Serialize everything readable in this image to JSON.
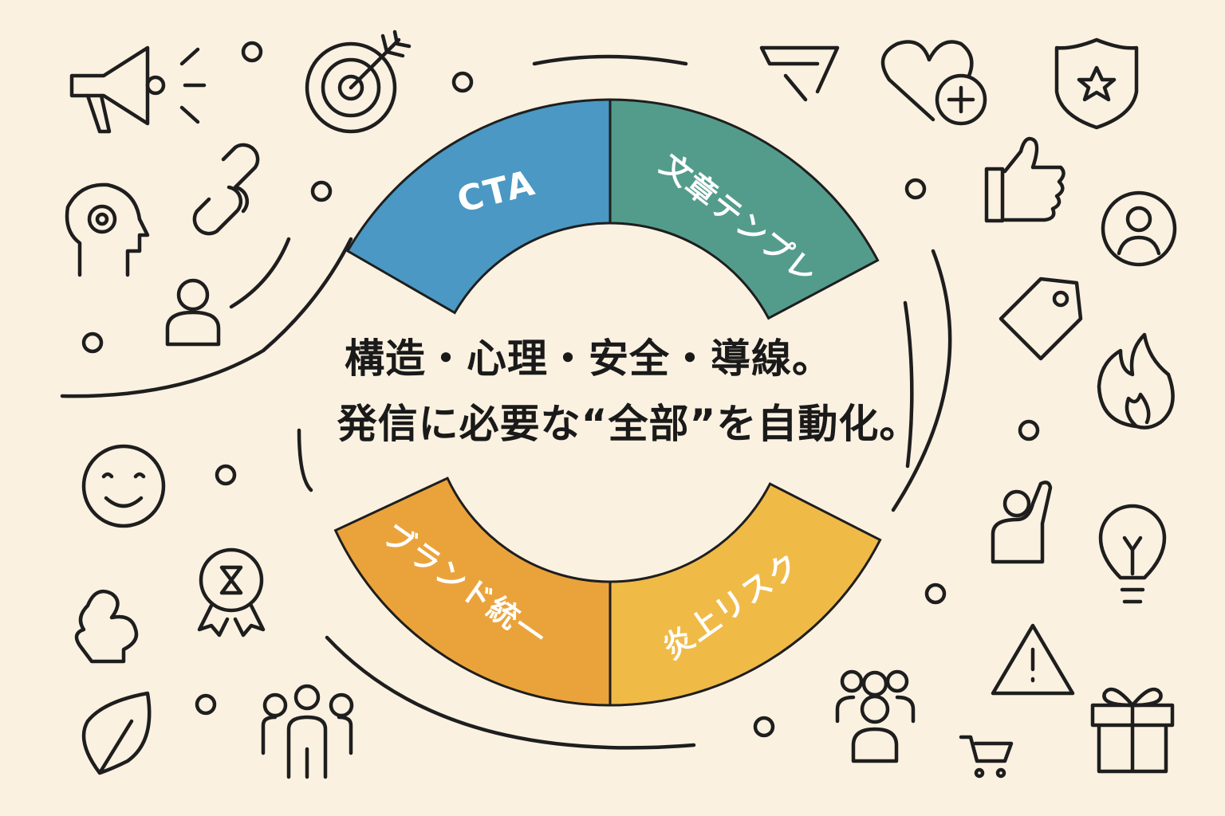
{
  "headline": {
    "line1": "構造・心理・安全・導線。",
    "line2": "発信に必要な“全部”を自動化。"
  },
  "segments": [
    {
      "label": "CTA",
      "color": "#4a98c3"
    },
    {
      "label": "文章テンプレ",
      "color": "#539c8c"
    },
    {
      "label": "ブランド統一",
      "color": "#eaa33b"
    },
    {
      "label": "炎上リスク",
      "color": "#f0ba47"
    }
  ],
  "colors": {
    "background": "#fbf1e1",
    "stroke": "#1e1e1e"
  },
  "icons": [
    "megaphone-icon",
    "target-icon",
    "send-icon",
    "heart-plus-icon",
    "shield-star-icon",
    "link-icon",
    "head-gear-icon",
    "user-icon",
    "thumbs-up-icon",
    "user-circle-icon",
    "tag-icon",
    "fire-icon",
    "smile-icon",
    "award-icon",
    "raised-hand-icon",
    "lightbulb-icon",
    "warning-icon",
    "gift-icon",
    "group-icon",
    "cart-icon",
    "leaf-icon",
    "hand-icon"
  ]
}
